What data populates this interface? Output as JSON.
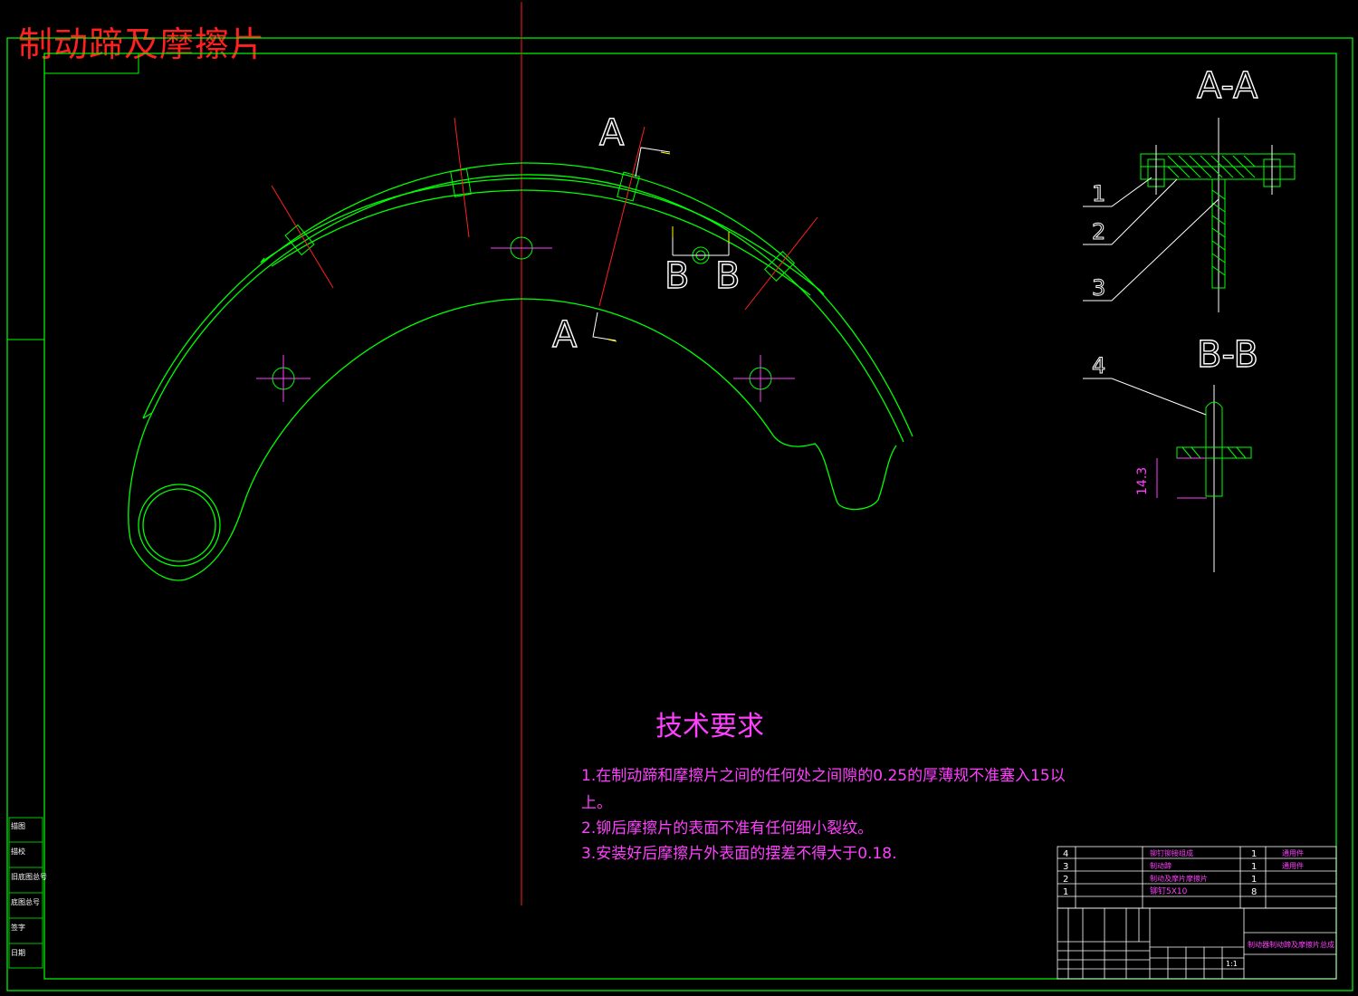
{
  "drawing_title": "制动蹄及摩擦片",
  "section_labels": {
    "a_top": "A",
    "a_bottom": "A",
    "b_left": "B",
    "b_right": "B",
    "view_aa": "A-A",
    "view_bb": "B-B"
  },
  "part_callouts": [
    "1",
    "2",
    "3",
    "4"
  ],
  "dimension": "14.3",
  "tech_requirements": {
    "heading": "技术要求",
    "items": [
      "1.在制动蹄和摩擦片之间的任何处之间隙的0.25的厚薄规不准塞入15以",
      "上。",
      "2.铆后摩擦片的表面不准有任何细小裂纹。",
      "3.安装好后摩擦片外表面的摆差不得大于0.18."
    ]
  },
  "bom": {
    "rows": [
      {
        "no": "4",
        "name": "铆钉铆接组成",
        "qty": "1",
        "note": "通用件"
      },
      {
        "no": "3",
        "name": "制动蹄",
        "qty": "1",
        "note": "通用件"
      },
      {
        "no": "2",
        "name": "制动及摩片摩擦片",
        "qty": "1",
        "note": ""
      },
      {
        "no": "1",
        "name": "铆钉5X10",
        "qty": "8",
        "note": ""
      }
    ]
  },
  "title_block": {
    "drawing_name": "制动器制动蹄及摩擦片总成",
    "scale": "1:1"
  },
  "left_strip": [
    "描图",
    "描校",
    "旧底图总号",
    "底图总号",
    "签字",
    "日期"
  ],
  "colors": {
    "outline": "#00ff00",
    "centerline": "#ff2020",
    "text_white": "#ffffff",
    "text_magenta": "#ff40ff",
    "arrow": "#ffff00"
  }
}
